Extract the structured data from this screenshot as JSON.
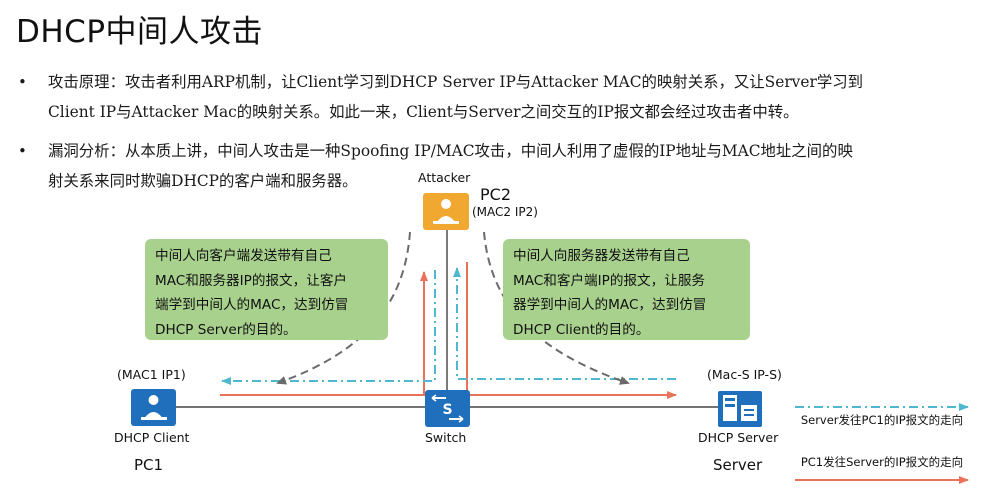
{
  "title": "DHCP中间人攻击",
  "bullets": [
    {
      "line1": "攻击原理：攻击者利用ARP机制，让Client学习到DHCP Server IP与Attacker MAC的映射关系，又让Server学习到",
      "line2": "Client IP与Attacker Mac的映射关系。如此一来，Client与Server之间交互的IP报文都会经过攻击者中转。"
    },
    {
      "line1": "漏洞分析：从本质上讲，中间人攻击是一种Spoofing IP/MAC攻击，中间人利用了虚假的IP地址与MAC地址之间的映",
      "line2": "射关系来同时欺骗DHCP的客户端和服务器。"
    }
  ],
  "diagram": {
    "attacker": {
      "role": "Attacker",
      "name": "PC2",
      "addr": "(MAC2 IP2)"
    },
    "client": {
      "addr": "(MAC1 IP1)",
      "role": "DHCP Client",
      "name": "PC1"
    },
    "switch": {
      "label": "Switch"
    },
    "server": {
      "addr": "(Mac-S IP-S)",
      "role": "DHCP Server",
      "name": "Server"
    },
    "callout_left": [
      "中间人向客户端发送带有自己",
      "MAC和服务器IP的报文，让客户",
      "端学到中间人的MAC，达到仿冒",
      "DHCP Server的目的。"
    ],
    "callout_right": [
      "中间人向服务器发送带有自己",
      "MAC和客户端IP的报文，让服务",
      "器学到中间人的MAC，达到仿冒",
      "DHCP Client的目的。"
    ],
    "legend": {
      "server_to_pc1": "Server发往PC1的IP报文的走向",
      "pc1_to_server": "PC1发往Server的IP报文的走向"
    },
    "colors": {
      "callout_bg": "#a9d18e",
      "device_blue": "#1f6fbd",
      "attacker_orange": "#f0a830",
      "red_arrow": "#e8735a",
      "cyan_arrow": "#4fb8d0",
      "gray_arrow": "#6b6b6b"
    }
  }
}
